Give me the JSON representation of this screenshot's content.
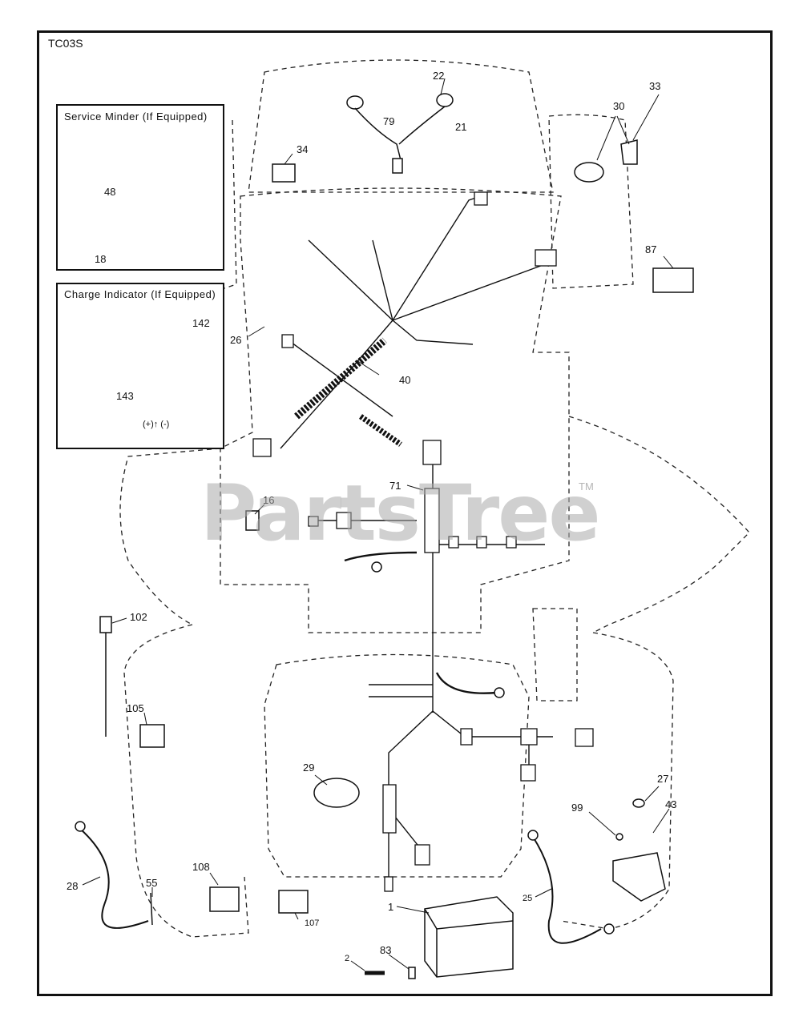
{
  "diagram_code": "TC03S",
  "insets": {
    "service_minder": {
      "title": "Service Minder (If Equipped)",
      "parts": [
        "48",
        "18"
      ]
    },
    "charge_indicator": {
      "title": "Charge Indicator (If Equipped)",
      "parts": [
        "142",
        "143"
      ],
      "polarity_label": "(+)↑ (-)"
    }
  },
  "part_labels": {
    "p22": "22",
    "p79": "79",
    "p21": "21",
    "p34": "34",
    "p30": "30",
    "p33": "33",
    "p87": "87",
    "p26": "26",
    "p40": "40",
    "p71": "71",
    "p16": "16",
    "p102": "102",
    "p105": "105",
    "p29": "29",
    "p27": "27",
    "p43": "43",
    "p99": "99",
    "p28": "28",
    "p55": "55",
    "p108": "108",
    "p107": "107",
    "p1": "1",
    "p25": "25",
    "p2": "2",
    "p83": "83",
    "p48": "48",
    "p18": "18",
    "p142": "142",
    "p143": "143"
  },
  "watermark": {
    "text": "PartsTree",
    "mark": "TM"
  }
}
